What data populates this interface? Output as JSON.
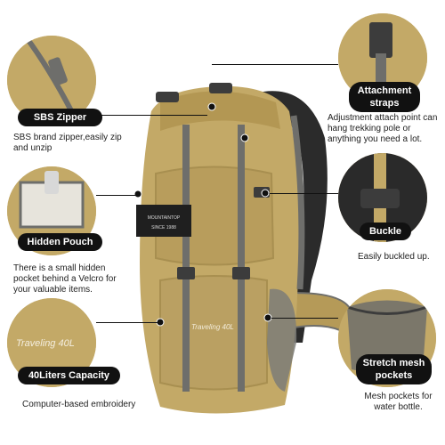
{
  "features": {
    "zipper": {
      "label": "SBS Zipper",
      "desc": "SBS brand zipper,easily zip and unzip"
    },
    "hidden_pouch": {
      "label": "Hidden Pouch",
      "desc": "There is a small hidden pocket behind a Velcro for your valuable items."
    },
    "capacity": {
      "label": "40Liters Capacity",
      "desc": "Computer-based embroidery",
      "embroidery_text": "Traveling 40L"
    },
    "attachment": {
      "label": "Attachment straps",
      "desc": "Adjustment attach point can hang trekking pole or anything you need a lot."
    },
    "buckle": {
      "label": "Buckle",
      "desc": "Easily buckled up."
    },
    "mesh": {
      "label": "Stretch mesh pockets",
      "desc": "Mesh pockets for water bottle."
    }
  },
  "patch": {
    "brand": "MOUNTAINTOP",
    "since": "SINCE 1988",
    "embroidery": "Traveling 40L"
  },
  "colors": {
    "fabric": "#c3a967",
    "fabric_dark": "#a88f50",
    "trim": "#6e6e6b",
    "back_pad": "#2a2a2a"
  }
}
